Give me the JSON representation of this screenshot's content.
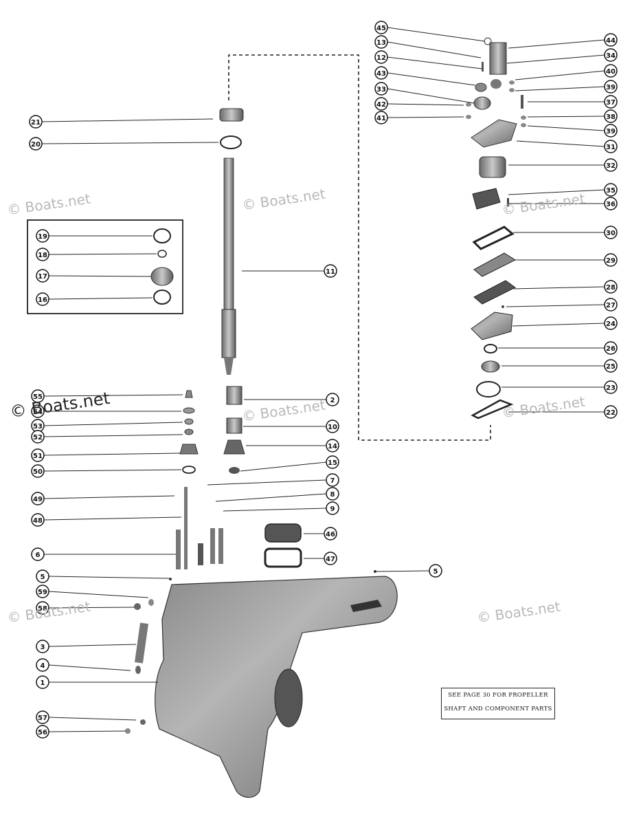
{
  "watermark": "© Boats.net",
  "note": {
    "line1": "SEE PAGE 30 FOR PROPELLER",
    "line2": "SHAFT AND COMPONENT PARTS"
  },
  "callouts": [
    "45",
    "13",
    "12",
    "43",
    "33",
    "42",
    "41",
    "44",
    "34",
    "40",
    "39",
    "37",
    "38",
    "39",
    "31",
    "32",
    "35",
    "36",
    "30",
    "29",
    "28",
    "27",
    "24",
    "26",
    "25",
    "23",
    "22",
    "21",
    "20",
    "11",
    "19",
    "18",
    "17",
    "16",
    "55",
    "54",
    "53",
    "52",
    "51",
    "50",
    "49",
    "48",
    "6",
    "5",
    "59",
    "58",
    "3",
    "4",
    "1",
    "57",
    "56",
    "2",
    "10",
    "14",
    "15",
    "7",
    "8",
    "9",
    "46",
    "47",
    "5"
  ]
}
